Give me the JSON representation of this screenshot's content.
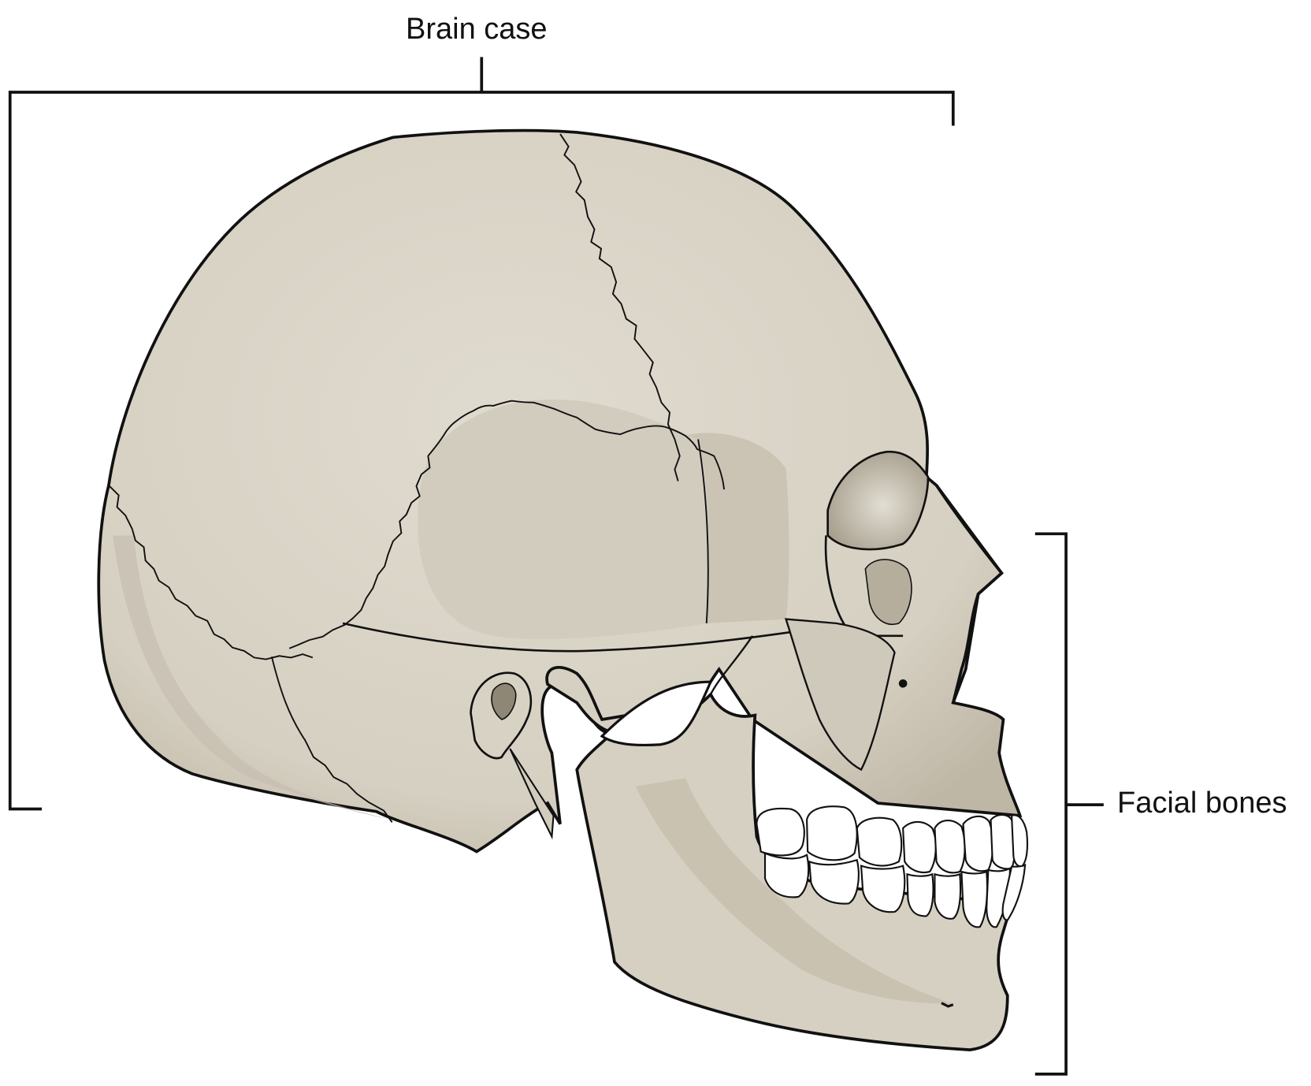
{
  "diagram": {
    "subject": "Lateral view of human skull",
    "labels": {
      "brain_case": "Brain case",
      "facial_bones": "Facial bones"
    },
    "colors": {
      "bone": "#d9d4c7",
      "bone_shadow": "#bfb7a6",
      "bone_highlight": "#e6e2d8",
      "outline": "#111111",
      "teeth": "#ffffff",
      "background": "#ffffff"
    }
  }
}
